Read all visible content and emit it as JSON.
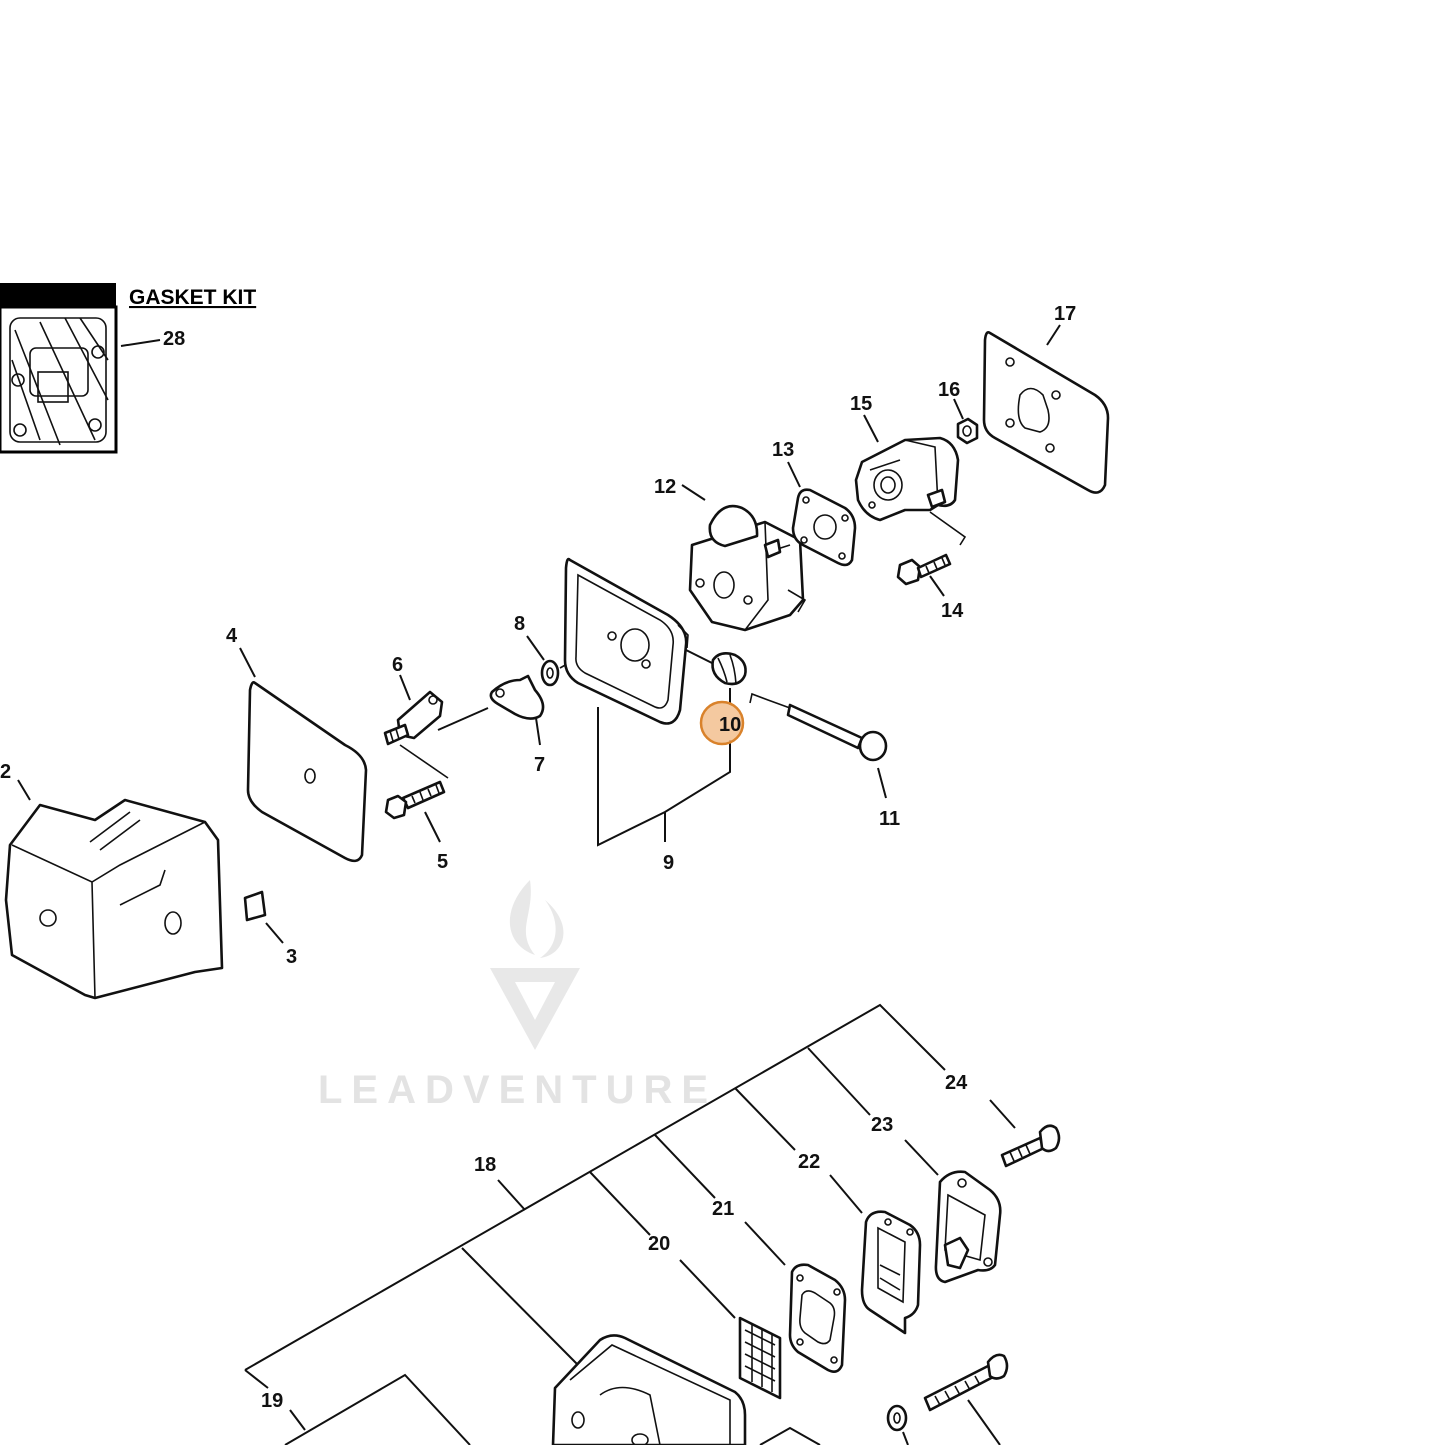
{
  "gasket_kit": {
    "title": "GASKET KIT",
    "ref": "28"
  },
  "watermark": {
    "text": "LEADVENTURE",
    "color": "#e3e3e3"
  },
  "highlight": {
    "ref": "10",
    "fill": "#f2c08f",
    "stroke": "#d9822b"
  },
  "callouts": {
    "c2": "2",
    "c3": "3",
    "c4": "4",
    "c5": "5",
    "c6": "6",
    "c7": "7",
    "c8": "8",
    "c9": "9",
    "c10": "10",
    "c11": "11",
    "c12": "12",
    "c13": "13",
    "c14": "14",
    "c15": "15",
    "c16": "16",
    "c17": "17",
    "c18": "18",
    "c19": "19",
    "c20": "20",
    "c21": "21",
    "c22": "22",
    "c23": "23",
    "c24": "24"
  }
}
